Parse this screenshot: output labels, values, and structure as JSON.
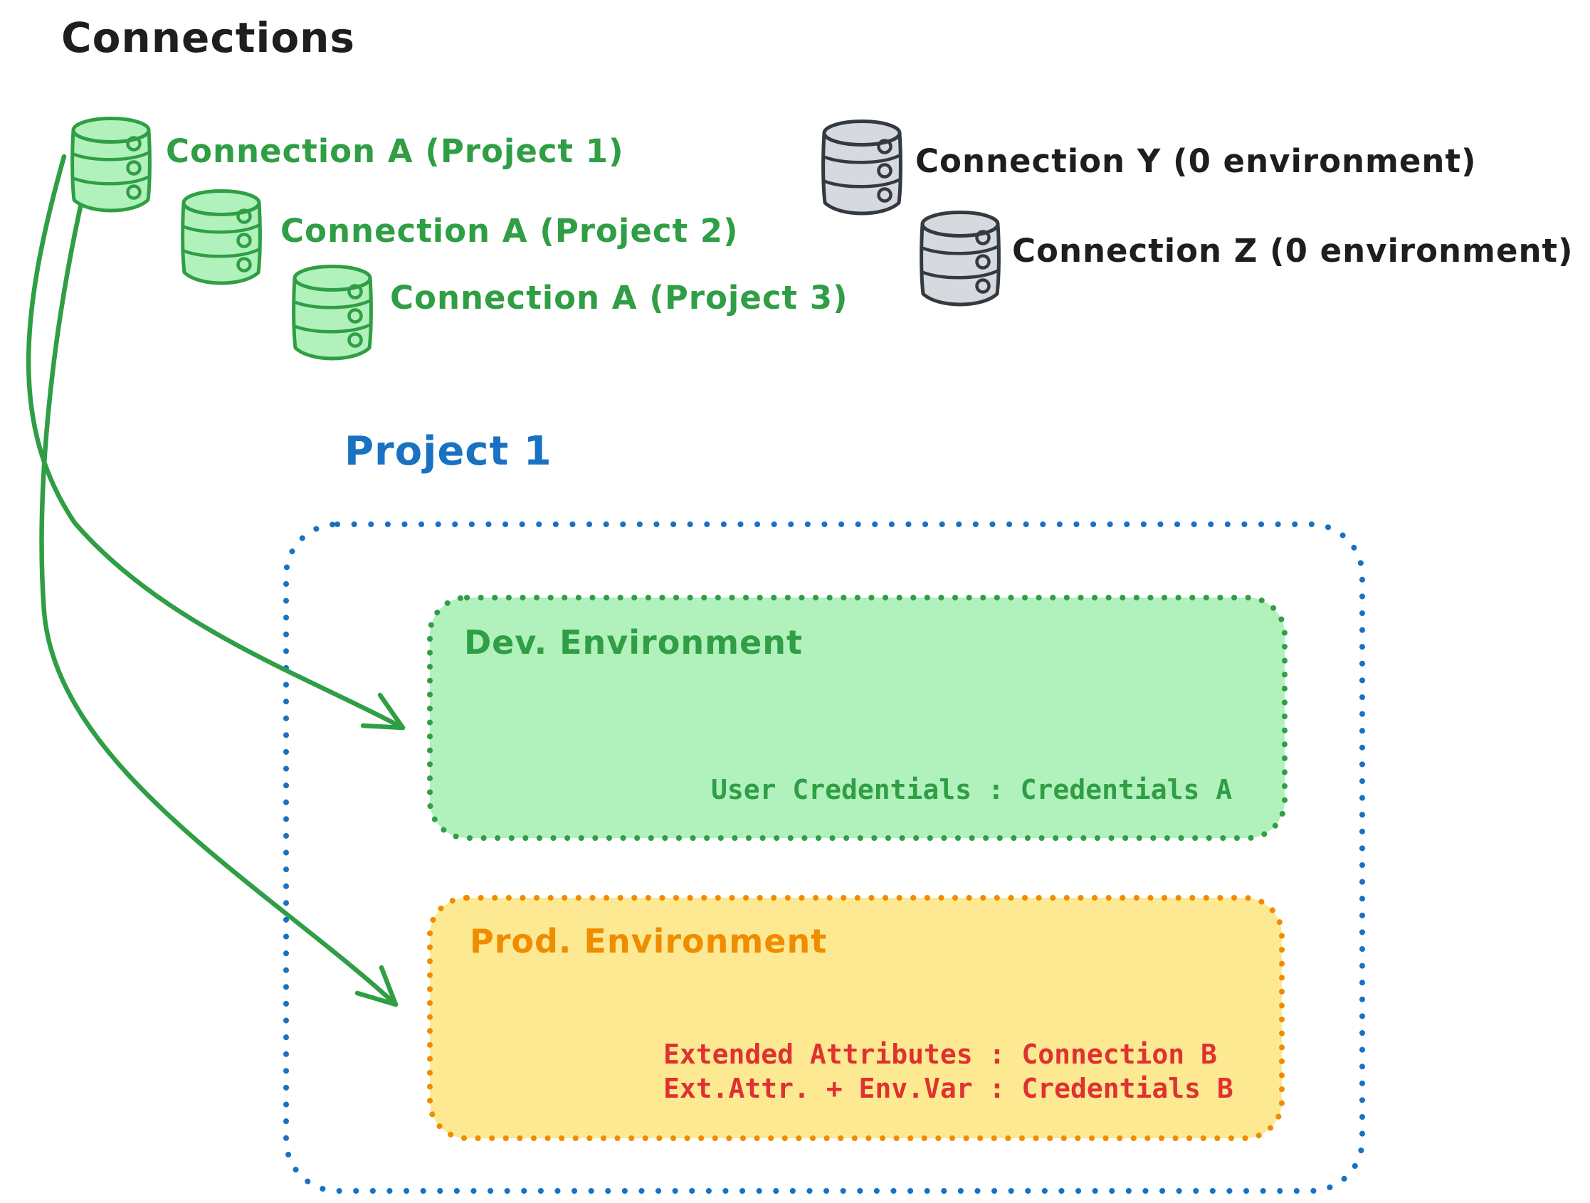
{
  "header": {
    "title": "Connections"
  },
  "colors": {
    "ink": "#1e1e1e",
    "green": "#2f9e44",
    "green_fill": "#b1f1bc",
    "blue": "#1971c2",
    "orange": "#f08c00",
    "yellow_fill": "#fce992",
    "red": "#e03131",
    "gray": "#343a40",
    "gray_fill": "#d6dade"
  },
  "connections": {
    "project_a": [
      {
        "label": "Connection A (Project 1)"
      },
      {
        "label": "Connection A (Project 2)"
      },
      {
        "label": "Connection A (Project 3)"
      }
    ],
    "unassigned": [
      {
        "label": "Connection Y (0 environment)"
      },
      {
        "label": "Connection Z (0 environment)"
      }
    ]
  },
  "project": {
    "title": "Project 1",
    "environments": {
      "dev": {
        "title": "Dev. Environment",
        "credentials": "User Credentials : Credentials A"
      },
      "prod": {
        "title": "Prod. Environment",
        "lines": [
          "Extended Attributes : Connection B",
          "Ext.Attr. + Env.Var : Credentials B"
        ]
      }
    }
  }
}
